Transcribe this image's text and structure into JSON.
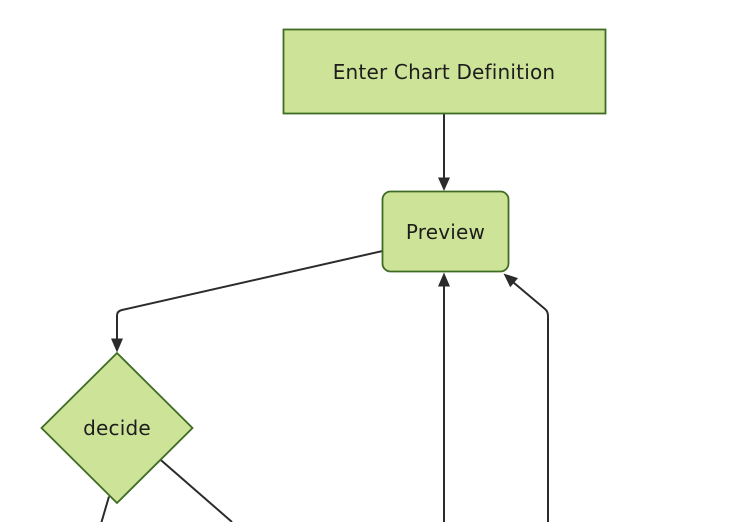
{
  "diagram": {
    "type": "flowchart",
    "direction": "top-down",
    "colors": {
      "background": "#ffffff",
      "node_fill": "#cde498",
      "node_border": "#3f6b24",
      "edge_color": "#2b2b2b",
      "text_color": "#1d1d1d"
    },
    "nodes": [
      {
        "id": "enter-chart-definition",
        "label": "Enter Chart Definition",
        "shape": "rectangle"
      },
      {
        "id": "preview",
        "label": "Preview",
        "shape": "rounded-rectangle"
      },
      {
        "id": "decide",
        "label": "decide",
        "shape": "diamond"
      }
    ],
    "edges": [
      {
        "from": "enter-chart-definition",
        "to": "preview",
        "arrow": true
      },
      {
        "from": "preview",
        "to": "decide",
        "arrow": true
      },
      {
        "from": "offscreen-bottom",
        "to": "preview",
        "arrow": true
      },
      {
        "from": "offscreen-bottom-right",
        "to": "preview",
        "arrow": true
      },
      {
        "from": "decide",
        "to": "offscreen-bottom-left",
        "arrow": false
      },
      {
        "from": "decide",
        "to": "offscreen-bottom-right",
        "arrow": false
      }
    ]
  }
}
